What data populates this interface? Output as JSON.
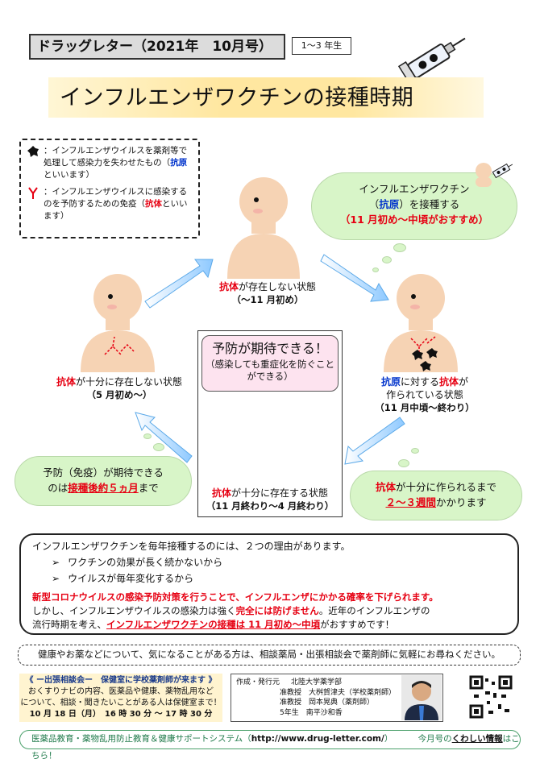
{
  "header": {
    "title": "ドラッグレター（2021年　10月号）",
    "grade": "1〜3 年生"
  },
  "main_title": "インフルエンザワクチンの接種時期",
  "legend": {
    "antigen_text": "：インフルエンザウイルスを薬剤等で処理して感染力を失わせたもの（",
    "antigen_term": "抗原",
    "antigen_end": "といいます）",
    "antibody_text": "：インフルエンザウイルスに感染するのを予防するための免疫（",
    "antibody_term": "抗体",
    "antibody_end": "といいます）"
  },
  "cloud_vaccine": {
    "line1": "インフルエンザワクチン",
    "line2_pre": "（",
    "line2_term": "抗原",
    "line2_post": "）を接種する",
    "line3": "（11 月初め〜中頃がおすすめ）"
  },
  "cloud_prevent": {
    "line1": "予防（免疫）が期待できる",
    "line2_pre": "のは",
    "line2_strong": "接種後約５ヵ月",
    "line2_post": "まで"
  },
  "cloud_antibody": {
    "line1_term": "抗体",
    "line1_post": "が十分に作られるまで",
    "line2_strong": "２〜３週間",
    "line2_post": "かかります"
  },
  "states": {
    "top": {
      "term": "抗体",
      "text": "が存在しない状態",
      "sub": "（〜11 月初め）"
    },
    "right": {
      "term1": "抗原",
      "text1": "に対する",
      "term2": "抗体",
      "text2": "が",
      "text3": "作られている状態",
      "sub": "（11 月中頃〜終わり）"
    },
    "left": {
      "term": "抗体",
      "text": "が十分に存在しない状態",
      "sub": "（5 月初め〜）"
    },
    "center": {
      "term": "抗体",
      "text": "が十分に存在する状態",
      "sub": "（11 月終わり〜4 月終わり）"
    }
  },
  "prevent_box": {
    "title": "予防が期待できる！",
    "sub": "（感染しても重症化を防ぐことができる）"
  },
  "reasons": {
    "intro": "インフルエンザワクチンを毎年接種するのには、２つの理由があります。",
    "bullets": [
      "ワクチンの効果が長く続かないから",
      "ウイルスが毎年変化するから"
    ],
    "covid_line": "新型コロナウイルスの感染予防対策を行うことで、インフルエンザにかかる確率を下げられます。",
    "line2_pre": "しかし、インフルエンザウイルスの感染力は強く",
    "line2_red": "完全には防げません",
    "line2_post": "。近年のインフルエンザの",
    "line3_pre": "流行時期を考え、",
    "line3_red": "インフルエンザワクチンの接種は 11 月初め〜中頃",
    "line3_post": "がおすすめです！"
  },
  "consult": "健康やお薬などについて、気になることがある方は、相談薬局・出張相談会で薬剤師に気軽にお尋ねください。",
  "event": {
    "title": "《 ー出張相談会ー　保健室に学校薬剤師が来ます 》",
    "line1": "おくすりナビの内容、医薬品や健康、薬物乱用など",
    "line2": "について、相談・聞きたいことがある人は保健室まで！",
    "line3": "10 月 18 日（月）　16 時 30 分 〜 17 時 30 分"
  },
  "issuer": {
    "label": "作成・発行元",
    "org": "北陸大学薬学部",
    "p1": "准教授　大桝賀津夫（学校薬剤師）",
    "p2": "准教授　岡本晃典（薬剤師）",
    "p3": "5年生　南平沙和香"
  },
  "footer": {
    "text": "医薬品教育・薬物乱用防止教育＆健康サポートシステム（",
    "url": "http://www.drug-letter.com/",
    "text_end": "）",
    "detail_pre": "今月号の",
    "detail_link": "くわしい情報",
    "detail_post": "はこちら！"
  },
  "colors": {
    "accent_red": "#e60012",
    "accent_blue": "#0033cc",
    "skin": "#f6d3b4",
    "cloud": "#d8f5c8",
    "arrow": "#8ec9ff"
  }
}
